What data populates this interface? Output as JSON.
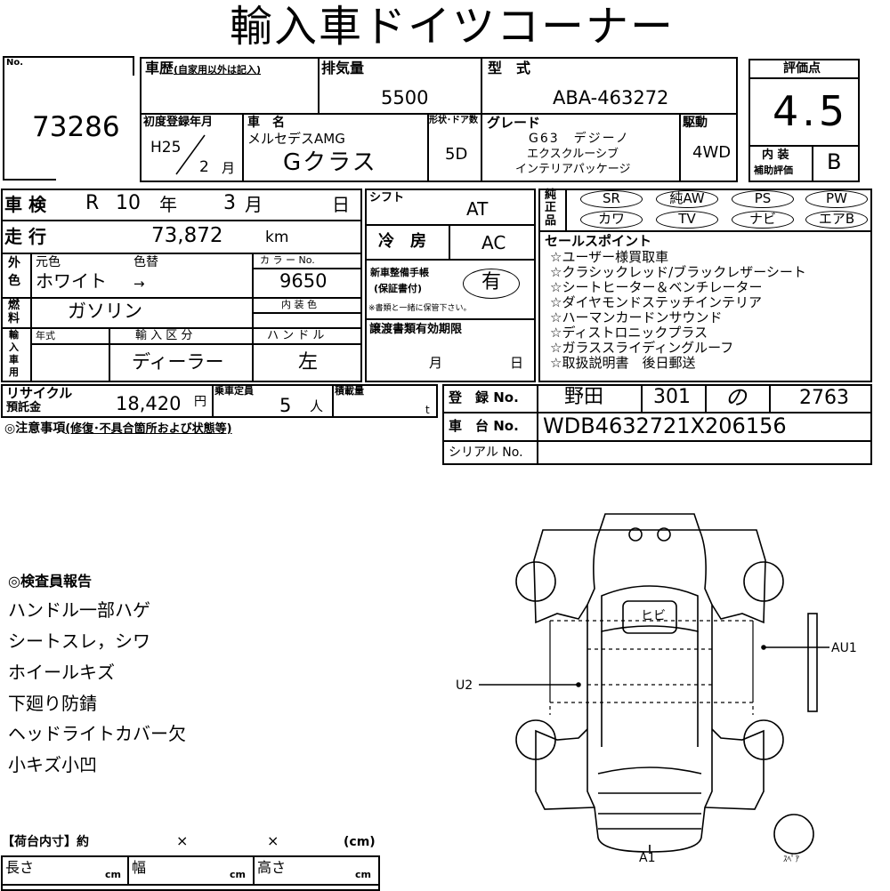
{
  "title": "輸入車ドイツコーナー",
  "header": {
    "no_label": "No.",
    "no_value": "73286",
    "history_label": "車歴",
    "history_note": "(自家用以外は記入)",
    "displacement_label": "排気量",
    "displacement_value": "5500",
    "model_label": "型　式",
    "model_value": "ABA-463272",
    "score_label": "評価点",
    "score_value": "4.5",
    "interior_label": "内 装",
    "interior_sub": "補助評価",
    "interior_value": "B",
    "first_reg_label": "初度登録年月",
    "first_reg_year": "H25",
    "first_reg_month": "2",
    "month_unit": "月",
    "car_name_label": "車　名",
    "car_maker": "メルセデスAMG",
    "car_name": "Gクラス",
    "doors_label": "形状･ドア数",
    "doors_value": "5D",
    "grade_label": "グレード",
    "grade_line1": "G63　デジーノ",
    "grade_line2": "エクスクルーシブ",
    "grade_line3": "インテリアパッケージ",
    "drive_label": "駆動",
    "drive_value": "4WD"
  },
  "inspection": {
    "label": "車 検",
    "era": "R",
    "year": "10",
    "year_unit": "年",
    "month": "3",
    "month_unit": "月",
    "day_unit": "日"
  },
  "mileage": {
    "label": "走 行",
    "value": "73,872",
    "unit": "km"
  },
  "color": {
    "label1": "外",
    "label2": "色",
    "orig_label": "元色",
    "change_label": "色替",
    "value": "ホワイト",
    "arrow": "→",
    "code_label": "カ ラ ー No.",
    "code_value": "9650",
    "interior_color_label": "内 装 色"
  },
  "fuel": {
    "label1": "燃",
    "label2": "料",
    "value": "ガソリン"
  },
  "import": {
    "label_chars": [
      "輸",
      "入",
      "車",
      "用"
    ],
    "year_label": "年式",
    "type_label": "輸 入 区 分",
    "type_value": "ディーラー",
    "handle_label": "ハ ン ド ル",
    "handle_value": "左"
  },
  "shift": {
    "label": "シフト",
    "value": "AT"
  },
  "ac": {
    "label": "冷　房",
    "value": "AC"
  },
  "warranty": {
    "label1": "新車整備手帳",
    "label2": "(保証書付)",
    "value": "有",
    "note": "※書類と一緒に保管下さい。"
  },
  "transfer": {
    "label": "譲渡書類有効期限",
    "month_unit": "月",
    "day_unit": "日"
  },
  "equipment": {
    "label_chars": [
      "純",
      "正",
      "品"
    ],
    "row1": [
      "SR",
      "純AW",
      "PS",
      "PW"
    ],
    "row2": [
      "カワ",
      "TV",
      "ナビ",
      "エアB"
    ]
  },
  "sales_points": {
    "label": "セールスポイント",
    "items": [
      "☆ユーザー様買取車",
      "☆クラシックレッド/ブラックレザーシート",
      "☆シートヒーター＆ベンチレーター",
      "☆ダイヤモンドステッチインテリア",
      "☆ハーマンカードンサウンド",
      "☆ディストロニックプラス",
      "☆ガラススライディングルーフ",
      "☆取扱説明書　後日郵送"
    ]
  },
  "recycle": {
    "label1": "リサイクル",
    "label2": "預託金",
    "value": "18,420",
    "unit": "円",
    "capacity_label": "乗車定員",
    "capacity_value": "5",
    "capacity_unit": "人",
    "load_label": "積載量",
    "load_unit": "t"
  },
  "notes_label": "◎注意事項",
  "notes_sub": "(修復･不具合箇所および状態等)",
  "registration": {
    "reg_label": "登　録 No.",
    "reg_area": "野田",
    "reg_class": "301",
    "reg_kana": "の",
    "reg_number": "2763",
    "chassis_label": "車　台 No.",
    "chassis_value": "WDB4632721X206156",
    "serial_label": "シリアル No."
  },
  "inspector": {
    "label": "◎検査員報告",
    "items": [
      "ハンドル一部ハゲ",
      "シートスレ，シワ",
      "ホイールキズ",
      "下廻り防錆",
      "ヘッドライトカバー欠",
      "小キズ小凹"
    ]
  },
  "cargo": {
    "label": "【荷台内寸】約",
    "times1": "×",
    "times2": "×",
    "unit_label": "(cm)",
    "length_label": "長さ",
    "width_label": "幅",
    "height_label": "高さ",
    "cm": "cm"
  },
  "diagram": {
    "crack": "ヒビ",
    "left_mark": "U2",
    "right_mark": "AU1",
    "bottom_mark": "A1",
    "spare": "ｽﾍﾟｱ"
  }
}
